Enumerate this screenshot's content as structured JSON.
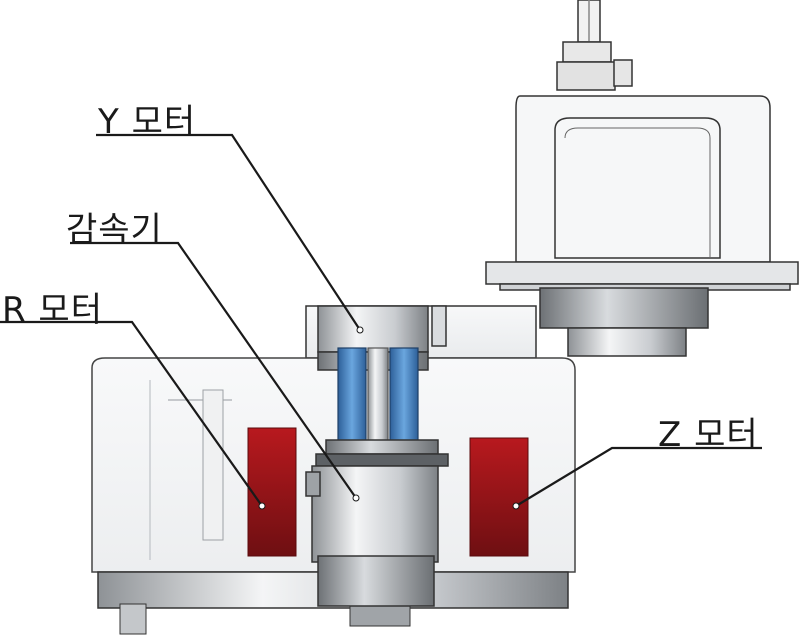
{
  "labels": {
    "y_motor": "Y 모터",
    "reducer": "감속기",
    "r_motor": "R 모터",
    "z_motor": "Z 모터"
  },
  "colors": {
    "motor_red": "#a5171b",
    "reducer_blue": "#3e7fc1",
    "line": "#1a1a1a",
    "body_gray": "#cfd3d6"
  }
}
